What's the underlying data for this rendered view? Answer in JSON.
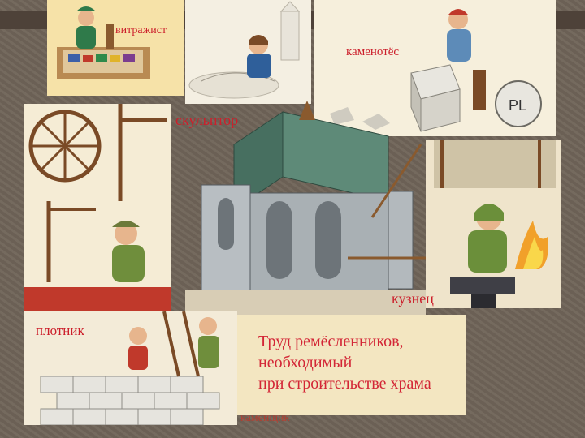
{
  "labels": {
    "vitrazhist": "витражист",
    "kamenotes": "каменотёс",
    "skulptor": "скульптор",
    "kuznets": "кузнец",
    "plotnik": "плотник",
    "kamenshchik": "каменщик"
  },
  "caption": {
    "line1": "Труд ремёсленников,",
    "line2": "необходимый",
    "line3": "при строительстве храма"
  },
  "colors": {
    "label_text": "#cc1f2b",
    "caption_text": "#d32636",
    "panel_cream": "#f3e6c1",
    "background": "#6f6458"
  }
}
